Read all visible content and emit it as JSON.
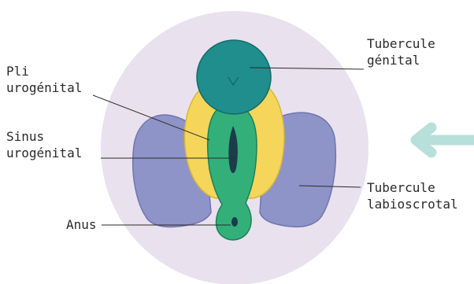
{
  "labels": {
    "tubercule_genital": [
      "Tubercule",
      "génital"
    ],
    "pli_urogenital": [
      "Pli",
      "urogénital"
    ],
    "sinus_urogenital": [
      "Sinus",
      "urogénital"
    ],
    "anus": "Anus",
    "tubercule_labioscrotal": [
      "Tubercule",
      "labioscrotal"
    ]
  },
  "colors": {
    "background_ellipse": "#e9e1ee",
    "genital_tubercle": "#1f8e8c",
    "urogenital_folds": "#33b07a",
    "labioscrotal_swellings": "#8e94c8",
    "yellow_region": "#f5d55a",
    "arrow": "#b8e0da",
    "leader_lines": "#2a2a2a"
  }
}
